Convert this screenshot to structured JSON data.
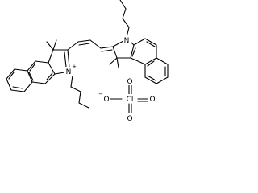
{
  "structure": {
    "atom_labels": {
      "nitrogen_upper": "N",
      "nitrogen_lower": "N",
      "nitrogen_lower_charge": "+",
      "perchlorate_chlorine": "Cl",
      "perchlorate_o_top": "O",
      "perchlorate_o_left": "O",
      "perchlorate_o_right": "O",
      "perchlorate_o_bottom": "O",
      "perchlorate_o_charge": "−"
    }
  }
}
